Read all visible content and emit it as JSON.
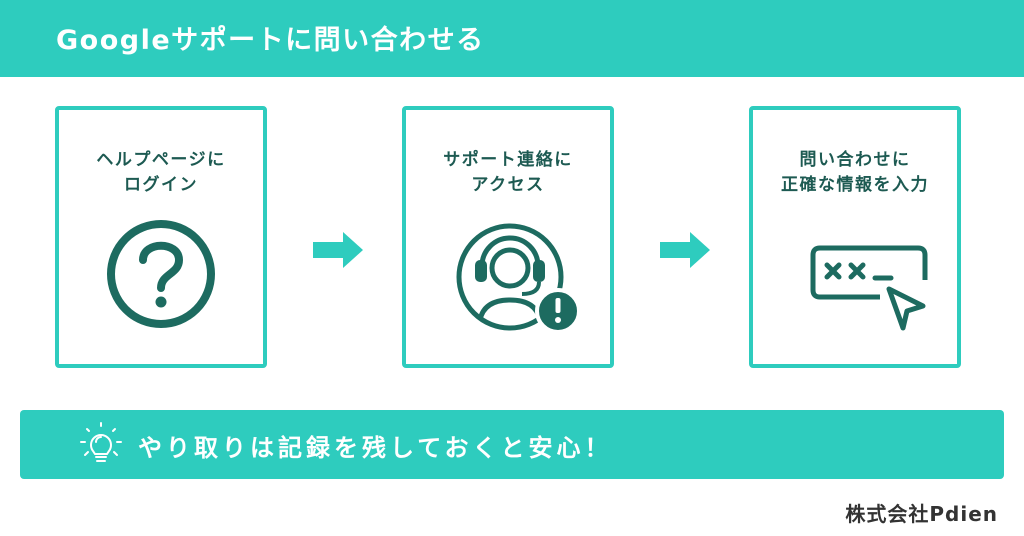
{
  "header": {
    "title": "Googleサポートに問い合わせる"
  },
  "steps": [
    {
      "line1": "ヘルプページに",
      "line2": "ログイン",
      "icon": "question-icon"
    },
    {
      "line1": "サポート連絡に",
      "line2": "アクセス",
      "icon": "headset-support-icon"
    },
    {
      "line1": "問い合わせに",
      "line2": "正確な情報を入力",
      "icon": "input-form-cursor-icon"
    }
  ],
  "banner": {
    "text": "やり取りは記録を残しておくと安心！",
    "icon": "lightbulb-icon"
  },
  "company": "株式会社Pdien",
  "colors": {
    "accent": "#2ECCBE",
    "dark": "#1D6B60",
    "text": "#1d5a52"
  }
}
